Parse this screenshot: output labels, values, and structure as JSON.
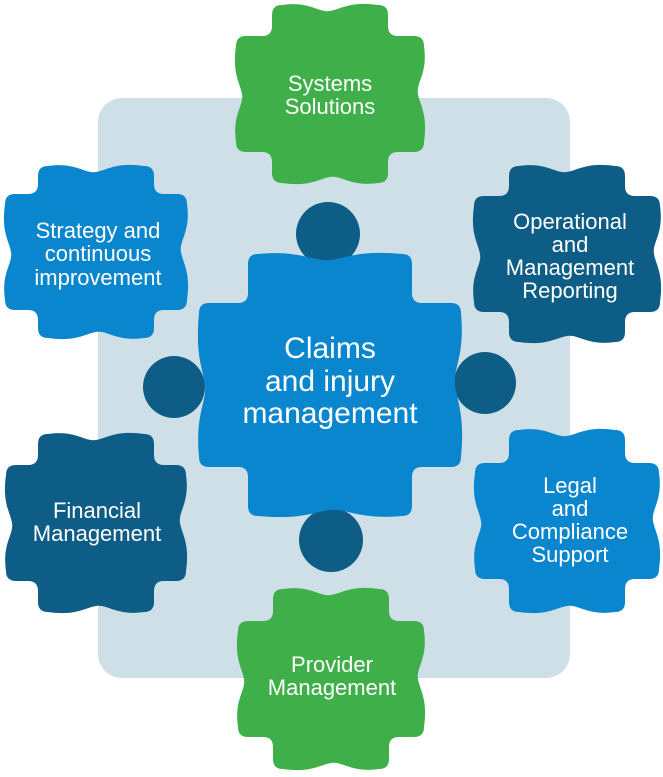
{
  "colors": {
    "panel": "#cfdfe7",
    "green": "#3fb049",
    "light_blue": "#0a86cf",
    "dark_blue": "#0d5d86",
    "text": "#ffffff"
  },
  "diagram": {
    "center": {
      "label": "Claims\nand injury\nmanagement"
    },
    "pieces": {
      "top": {
        "label": "Systems\nSolutions",
        "color": "green"
      },
      "top_left": {
        "label": "Strategy and\ncontinuous\nimprovement",
        "color": "light_blue"
      },
      "top_right": {
        "label": "Operational\nand\nManagement\nReporting",
        "color": "dark_blue"
      },
      "bottom_left": {
        "label": "Financial\nManagement",
        "color": "dark_blue"
      },
      "bottom_right": {
        "label": "Legal\nand\nCompliance\nSupport",
        "color": "light_blue"
      },
      "bottom": {
        "label": "Provider\nManagement",
        "color": "green"
      }
    }
  }
}
